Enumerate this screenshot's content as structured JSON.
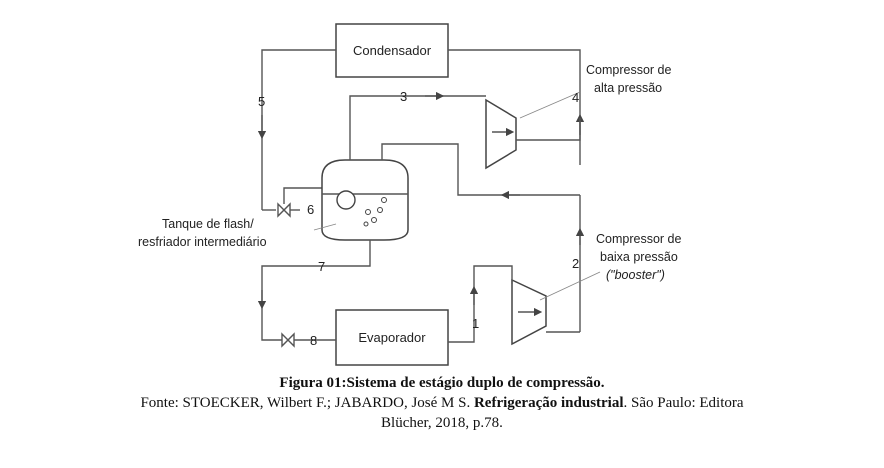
{
  "diagram": {
    "condenser": "Condensador",
    "evaporator": "Evaporador",
    "states": [
      "1",
      "2",
      "3",
      "4",
      "5",
      "6",
      "7",
      "8"
    ],
    "high_compressor": [
      "Compressor de",
      "alta pressão"
    ],
    "low_compressor": [
      "Compressor de",
      "baixa pressão",
      "(\"booster\")"
    ],
    "flash_tank": [
      "Tanque de flash/",
      "resfriador intermediário"
    ]
  },
  "caption": {
    "title": "Figura 01:Sistema de estágio duplo de compressão.",
    "source_prefix": "Fonte: STOECKER, Wilbert F.; JABARDO, José M S. ",
    "source_bold": "Refrigeração industrial",
    "source_suffix": ". São Paulo: Editora",
    "source_line2": "Blücher, 2018, p.78."
  }
}
